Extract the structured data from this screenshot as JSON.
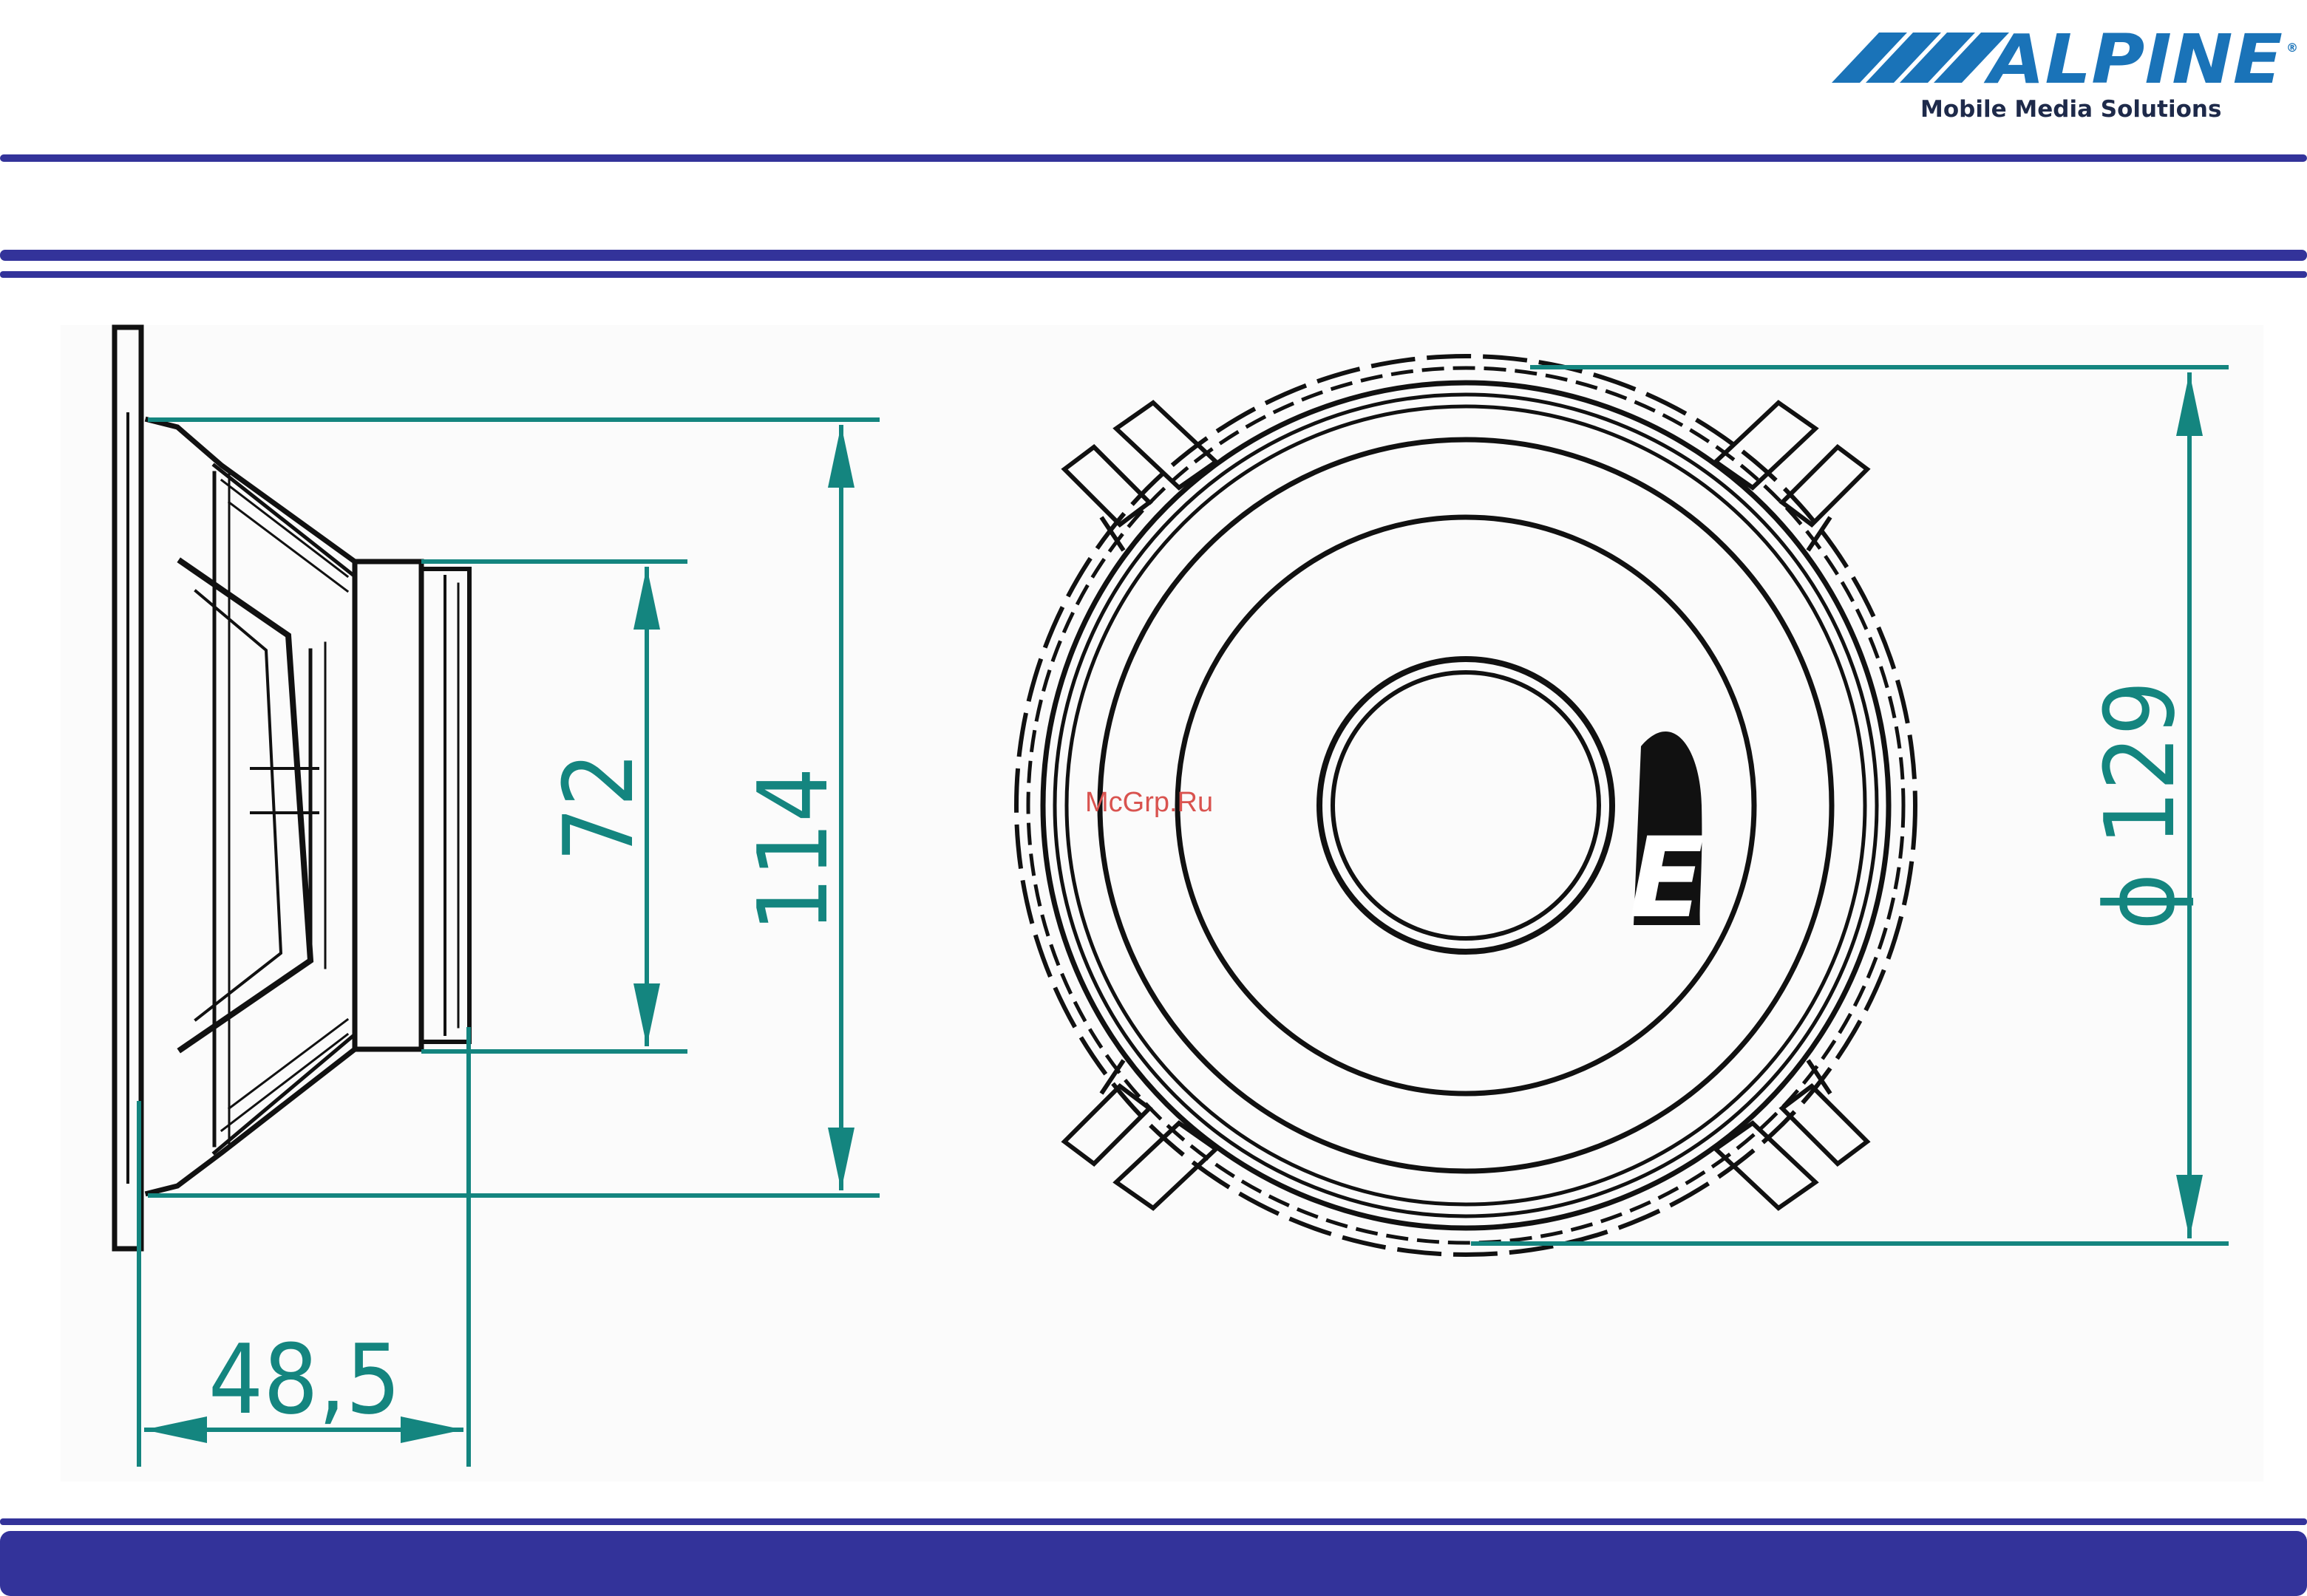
{
  "brand": {
    "name": "ALPINE",
    "registered": "®",
    "tagline": "Mobile Media Solutions"
  },
  "drawing": {
    "dimensions": {
      "overall_height": "114",
      "magnet_diameter": "72",
      "mounting_depth": "48,5",
      "outer_diameter": "ϕ 129"
    },
    "emblem": "E",
    "watermark": "McGrp.Ru"
  },
  "colors": {
    "brand_blue": "#1a73b8",
    "rule_navy": "#33339a",
    "dimension_teal": "#14857f",
    "line_black": "#111111"
  },
  "icons": {
    "logo": "alpine-logo-stripes-icon",
    "speaker_side": "speaker-side-view-icon",
    "speaker_front": "speaker-front-view-icon"
  }
}
